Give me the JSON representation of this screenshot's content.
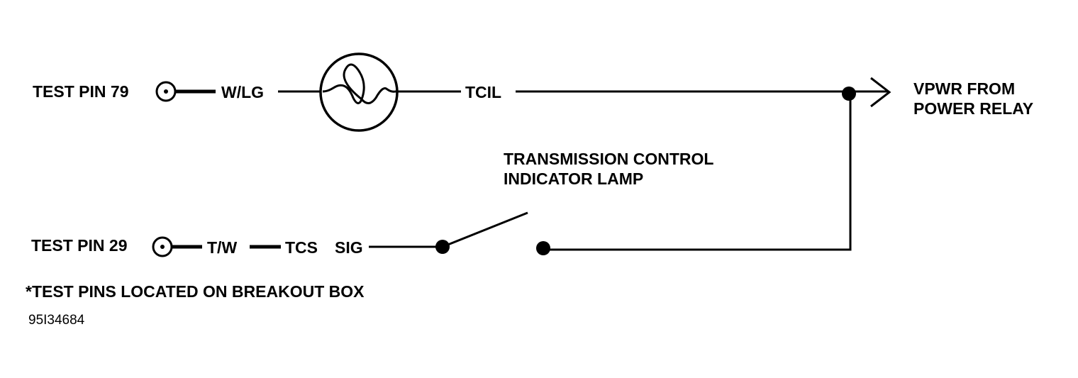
{
  "test_pin_79": {
    "label": "TEST PIN 79",
    "wire_color": "W/LG"
  },
  "lamp_circuit": {
    "label": "TCIL"
  },
  "power_source": {
    "line1": "VPWR FROM",
    "line2": "POWER RELAY"
  },
  "lamp": {
    "line1": "TRANSMISSION CONTROL",
    "line2": "INDICATOR LAMP"
  },
  "test_pin_29": {
    "label": "TEST PIN 29",
    "wire_color": "T/W",
    "circuit": "TCS",
    "signal": "SIG"
  },
  "footnote": "*TEST PINS LOCATED ON BREAKOUT BOX",
  "figure_id": "95I34684",
  "colors": {
    "ink": "#000000",
    "background": "#ffffff"
  }
}
